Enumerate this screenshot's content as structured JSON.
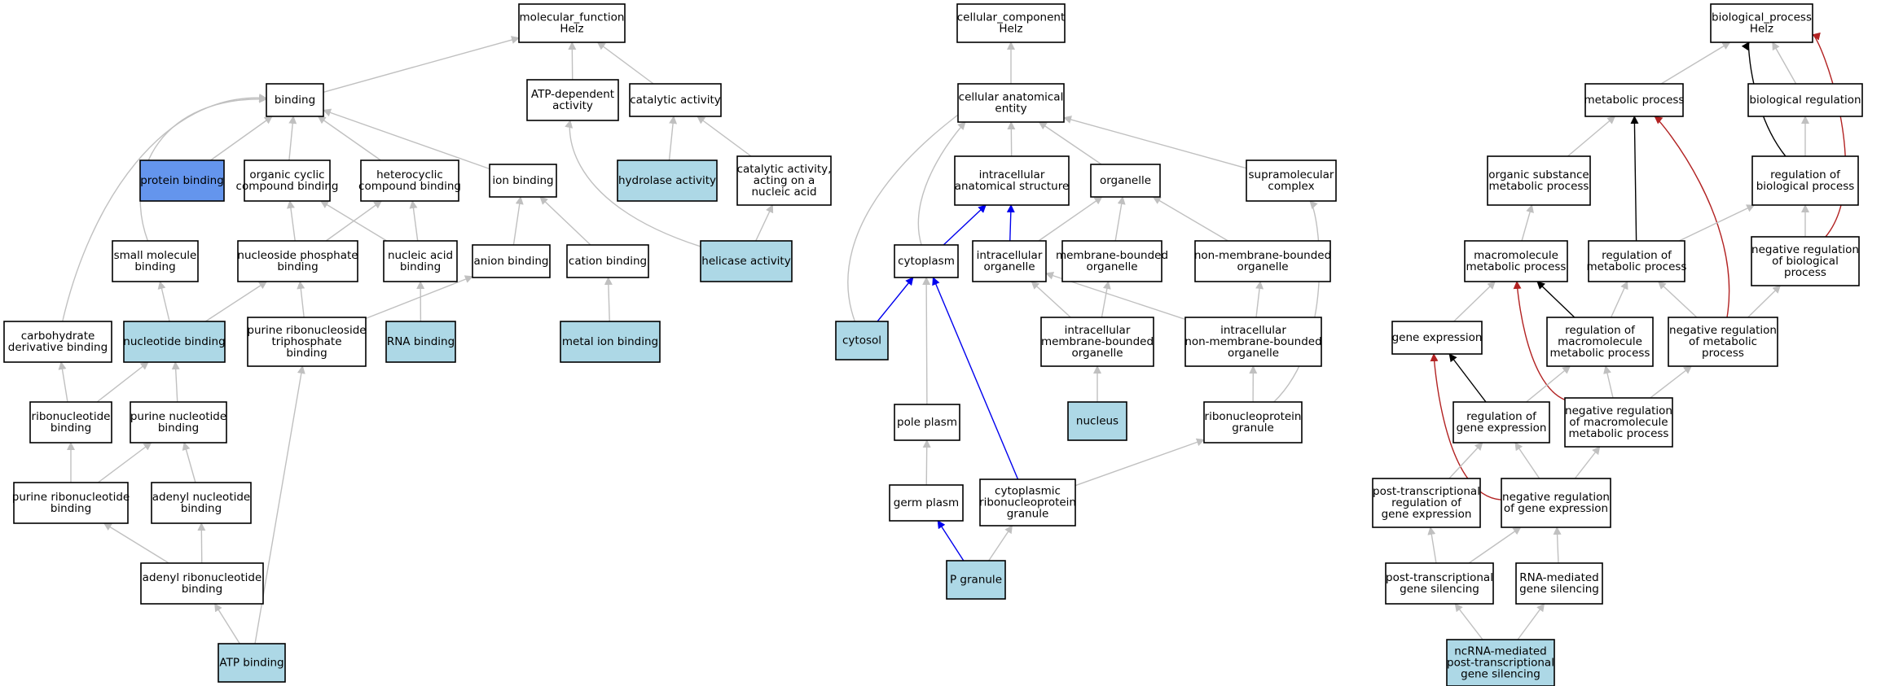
{
  "colors": {
    "default_fill": "#ffffff",
    "annotated_fill": "#add8e6",
    "highlight_fill": "#6495ed",
    "edge_default": "#c0c0c0",
    "edge_black": "#000000",
    "edge_blue": "#0000ee",
    "edge_red": "#b22222"
  },
  "nodes": [
    {
      "id": "mf",
      "lines": [
        "molecular_function",
        "Helz"
      ],
      "fill": "default"
    },
    {
      "id": "binding",
      "lines": [
        "binding"
      ],
      "fill": "default"
    },
    {
      "id": "atpdep",
      "lines": [
        "ATP-dependent",
        "activity"
      ],
      "fill": "default"
    },
    {
      "id": "catalytic",
      "lines": [
        "catalytic activity"
      ],
      "fill": "default"
    },
    {
      "id": "protbind",
      "lines": [
        "protein binding"
      ],
      "fill": "highlight"
    },
    {
      "id": "orgcyc",
      "lines": [
        "organic cyclic",
        "compound binding"
      ],
      "fill": "default"
    },
    {
      "id": "hetcyc",
      "lines": [
        "heterocyclic",
        "compound binding"
      ],
      "fill": "default"
    },
    {
      "id": "ionbind",
      "lines": [
        "ion binding"
      ],
      "fill": "default"
    },
    {
      "id": "hydrolase",
      "lines": [
        "hydrolase activity"
      ],
      "fill": "annotated"
    },
    {
      "id": "catna",
      "lines": [
        "catalytic activity,",
        "acting on a",
        "nucleic acid"
      ],
      "fill": "default"
    },
    {
      "id": "smallmol",
      "lines": [
        "small molecule",
        "binding"
      ],
      "fill": "default"
    },
    {
      "id": "nucphos",
      "lines": [
        "nucleoside phosphate",
        "binding"
      ],
      "fill": "default"
    },
    {
      "id": "nucacid",
      "lines": [
        "nucleic acid",
        "binding"
      ],
      "fill": "default"
    },
    {
      "id": "anion",
      "lines": [
        "anion binding"
      ],
      "fill": "default"
    },
    {
      "id": "cation",
      "lines": [
        "cation binding"
      ],
      "fill": "default"
    },
    {
      "id": "helicase",
      "lines": [
        "helicase activity"
      ],
      "fill": "annotated"
    },
    {
      "id": "carbo",
      "lines": [
        "carbohydrate",
        "derivative binding"
      ],
      "fill": "default"
    },
    {
      "id": "nucbind",
      "lines": [
        "nucleotide binding"
      ],
      "fill": "annotated"
    },
    {
      "id": "purtri",
      "lines": [
        "purine ribonucleoside",
        "triphosphate",
        "binding"
      ],
      "fill": "default"
    },
    {
      "id": "rnabind",
      "lines": [
        "RNA binding"
      ],
      "fill": "annotated"
    },
    {
      "id": "metalion",
      "lines": [
        "metal ion binding"
      ],
      "fill": "annotated"
    },
    {
      "id": "ribonuc",
      "lines": [
        "ribonucleotide",
        "binding"
      ],
      "fill": "default"
    },
    {
      "id": "purnuc",
      "lines": [
        "purine nucleotide",
        "binding"
      ],
      "fill": "default"
    },
    {
      "id": "purribo",
      "lines": [
        "purine ribonucleotide",
        "binding"
      ],
      "fill": "default"
    },
    {
      "id": "adenyl",
      "lines": [
        "adenyl nucleotide",
        "binding"
      ],
      "fill": "default"
    },
    {
      "id": "adenylribo",
      "lines": [
        "adenyl ribonucleotide",
        "binding"
      ],
      "fill": "default"
    },
    {
      "id": "atpbind",
      "lines": [
        "ATP binding"
      ],
      "fill": "annotated"
    },
    {
      "id": "cc",
      "lines": [
        "cellular_component",
        "Helz"
      ],
      "fill": "default"
    },
    {
      "id": "cae",
      "lines": [
        "cellular anatomical",
        "entity"
      ],
      "fill": "default"
    },
    {
      "id": "ias",
      "lines": [
        "intracellular",
        "anatomical structure"
      ],
      "fill": "default"
    },
    {
      "id": "organelle",
      "lines": [
        "organelle"
      ],
      "fill": "default"
    },
    {
      "id": "supra",
      "lines": [
        "supramolecular",
        "complex"
      ],
      "fill": "default"
    },
    {
      "id": "cytoplasm",
      "lines": [
        "cytoplasm"
      ],
      "fill": "default"
    },
    {
      "id": "intorg",
      "lines": [
        "intracellular",
        "organelle"
      ],
      "fill": "default"
    },
    {
      "id": "membound",
      "lines": [
        "membrane-bounded",
        "organelle"
      ],
      "fill": "default"
    },
    {
      "id": "nonmem",
      "lines": [
        "non-membrane-bounded",
        "organelle"
      ],
      "fill": "default"
    },
    {
      "id": "cytosol",
      "lines": [
        "cytosol"
      ],
      "fill": "annotated"
    },
    {
      "id": "intmem",
      "lines": [
        "intracellular",
        "membrane-bounded",
        "organelle"
      ],
      "fill": "default"
    },
    {
      "id": "intnonmem",
      "lines": [
        "intracellular",
        "non-membrane-bounded",
        "organelle"
      ],
      "fill": "default"
    },
    {
      "id": "nucleus",
      "lines": [
        "nucleus"
      ],
      "fill": "annotated"
    },
    {
      "id": "poleplasm",
      "lines": [
        "pole plasm"
      ],
      "fill": "default"
    },
    {
      "id": "rnpgran",
      "lines": [
        "ribonucleoprotein",
        "granule"
      ],
      "fill": "default"
    },
    {
      "id": "germplasm",
      "lines": [
        "germ plasm"
      ],
      "fill": "default"
    },
    {
      "id": "cytrnp",
      "lines": [
        "cytoplasmic",
        "ribonucleoprotein",
        "granule"
      ],
      "fill": "default"
    },
    {
      "id": "pgranule",
      "lines": [
        "P granule"
      ],
      "fill": "annotated"
    },
    {
      "id": "bp",
      "lines": [
        "biological_process",
        "Helz"
      ],
      "fill": "default"
    },
    {
      "id": "metab",
      "lines": [
        "metabolic process"
      ],
      "fill": "default"
    },
    {
      "id": "bioreg",
      "lines": [
        "biological regulation"
      ],
      "fill": "default"
    },
    {
      "id": "orgsub",
      "lines": [
        "organic substance",
        "metabolic process"
      ],
      "fill": "default"
    },
    {
      "id": "regbio",
      "lines": [
        "regulation of",
        "biological process"
      ],
      "fill": "default"
    },
    {
      "id": "macro",
      "lines": [
        "macromolecule",
        "metabolic process"
      ],
      "fill": "default"
    },
    {
      "id": "regmet",
      "lines": [
        "regulation of",
        "metabolic process"
      ],
      "fill": "default"
    },
    {
      "id": "negbio",
      "lines": [
        "negative regulation",
        "of biological",
        "process"
      ],
      "fill": "default"
    },
    {
      "id": "geneexp",
      "lines": [
        "gene expression"
      ],
      "fill": "default"
    },
    {
      "id": "regmacro",
      "lines": [
        "regulation of",
        "macromolecule",
        "metabolic process"
      ],
      "fill": "default"
    },
    {
      "id": "negmet",
      "lines": [
        "negative regulation",
        "of metabolic",
        "process"
      ],
      "fill": "default"
    },
    {
      "id": "reggene",
      "lines": [
        "regulation of",
        "gene expression"
      ],
      "fill": "default"
    },
    {
      "id": "negmacro",
      "lines": [
        "negative regulation",
        "of macromolecule",
        "metabolic process"
      ],
      "fill": "default"
    },
    {
      "id": "posttrans",
      "lines": [
        "post-transcriptional",
        "regulation of",
        "gene expression"
      ],
      "fill": "default"
    },
    {
      "id": "neggene",
      "lines": [
        "negative regulation",
        "of gene expression"
      ],
      "fill": "default"
    },
    {
      "id": "ptgs",
      "lines": [
        "post-transcriptional",
        "gene silencing"
      ],
      "fill": "default"
    },
    {
      "id": "rnasil",
      "lines": [
        "RNA-mediated",
        "gene silencing"
      ],
      "fill": "default"
    },
    {
      "id": "ncrna",
      "lines": [
        "ncRNA-mediated",
        "post-transcriptional",
        "gene silencing"
      ],
      "fill": "annotated"
    }
  ],
  "edges": [
    {
      "from": "binding",
      "to": "mf",
      "color": "default"
    },
    {
      "from": "atpdep",
      "to": "mf",
      "color": "default"
    },
    {
      "from": "catalytic",
      "to": "mf",
      "color": "default"
    },
    {
      "from": "protbind",
      "to": "binding",
      "color": "default"
    },
    {
      "from": "orgcyc",
      "to": "binding",
      "color": "default"
    },
    {
      "from": "hetcyc",
      "to": "binding",
      "color": "default"
    },
    {
      "from": "ionbind",
      "to": "binding",
      "color": "default"
    },
    {
      "from": "smallmol",
      "to": "binding",
      "color": "default"
    },
    {
      "from": "carbo",
      "to": "binding",
      "color": "default"
    },
    {
      "from": "hydrolase",
      "to": "catalytic",
      "color": "default"
    },
    {
      "from": "catna",
      "to": "catalytic",
      "color": "default"
    },
    {
      "from": "helicase",
      "to": "atpdep",
      "color": "default"
    },
    {
      "from": "helicase",
      "to": "catna",
      "color": "default"
    },
    {
      "from": "nucphos",
      "to": "orgcyc",
      "color": "default"
    },
    {
      "from": "nucphos",
      "to": "hetcyc",
      "color": "default"
    },
    {
      "from": "nucacid",
      "to": "orgcyc",
      "color": "default"
    },
    {
      "from": "nucacid",
      "to": "hetcyc",
      "color": "default"
    },
    {
      "from": "anion",
      "to": "ionbind",
      "color": "default"
    },
    {
      "from": "cation",
      "to": "ionbind",
      "color": "default"
    },
    {
      "from": "nucbind",
      "to": "smallmol",
      "color": "default"
    },
    {
      "from": "nucbind",
      "to": "nucphos",
      "color": "default"
    },
    {
      "from": "purtri",
      "to": "nucphos",
      "color": "default"
    },
    {
      "from": "purtri",
      "to": "anion",
      "color": "default"
    },
    {
      "from": "rnabind",
      "to": "nucacid",
      "color": "default"
    },
    {
      "from": "metalion",
      "to": "cation",
      "color": "default"
    },
    {
      "from": "ribonuc",
      "to": "carbo",
      "color": "default"
    },
    {
      "from": "ribonuc",
      "to": "nucbind",
      "color": "default"
    },
    {
      "from": "purnuc",
      "to": "nucbind",
      "color": "default"
    },
    {
      "from": "purribo",
      "to": "ribonuc",
      "color": "default"
    },
    {
      "from": "purribo",
      "to": "purnuc",
      "color": "default"
    },
    {
      "from": "adenyl",
      "to": "purnuc",
      "color": "default"
    },
    {
      "from": "adenylribo",
      "to": "purribo",
      "color": "default"
    },
    {
      "from": "adenylribo",
      "to": "adenyl",
      "color": "default"
    },
    {
      "from": "atpbind",
      "to": "adenylribo",
      "color": "default"
    },
    {
      "from": "atpbind",
      "to": "purtri",
      "color": "default"
    },
    {
      "from": "cae",
      "to": "cc",
      "color": "default"
    },
    {
      "from": "ias",
      "to": "cae",
      "color": "default"
    },
    {
      "from": "organelle",
      "to": "cae",
      "color": "default"
    },
    {
      "from": "supra",
      "to": "cae",
      "color": "default"
    },
    {
      "from": "cytoplasm",
      "to": "cae",
      "color": "default"
    },
    {
      "from": "cytosol",
      "to": "cae",
      "color": "default"
    },
    {
      "from": "cytoplasm",
      "to": "ias",
      "color": "blue"
    },
    {
      "from": "intorg",
      "to": "ias",
      "color": "blue"
    },
    {
      "from": "intorg",
      "to": "organelle",
      "color": "default"
    },
    {
      "from": "membound",
      "to": "organelle",
      "color": "default"
    },
    {
      "from": "nonmem",
      "to": "organelle",
      "color": "default"
    },
    {
      "from": "cytosol",
      "to": "cytoplasm",
      "color": "blue"
    },
    {
      "from": "intmem",
      "to": "intorg",
      "color": "default"
    },
    {
      "from": "intmem",
      "to": "membound",
      "color": "default"
    },
    {
      "from": "intnonmem",
      "to": "intorg",
      "color": "default"
    },
    {
      "from": "intnonmem",
      "to": "nonmem",
      "color": "default"
    },
    {
      "from": "nucleus",
      "to": "intmem",
      "color": "default"
    },
    {
      "from": "poleplasm",
      "to": "cytoplasm",
      "color": "default"
    },
    {
      "from": "cytrnp",
      "to": "cytoplasm",
      "color": "blue"
    },
    {
      "from": "rnpgran",
      "to": "intnonmem",
      "color": "default"
    },
    {
      "from": "rnpgran",
      "to": "supra",
      "color": "default"
    },
    {
      "from": "germplasm",
      "to": "poleplasm",
      "color": "default"
    },
    {
      "from": "cytrnp",
      "to": "rnpgran",
      "color": "default"
    },
    {
      "from": "pgranule",
      "to": "germplasm",
      "color": "blue"
    },
    {
      "from": "pgranule",
      "to": "cytrnp",
      "color": "default"
    },
    {
      "from": "metab",
      "to": "bp",
      "color": "default"
    },
    {
      "from": "bioreg",
      "to": "bp",
      "color": "default"
    },
    {
      "from": "regbio",
      "to": "bp",
      "color": "black"
    },
    {
      "from": "negbio",
      "to": "bp",
      "color": "red"
    },
    {
      "from": "orgsub",
      "to": "metab",
      "color": "default"
    },
    {
      "from": "regmet",
      "to": "metab",
      "color": "black"
    },
    {
      "from": "negmet",
      "to": "metab",
      "color": "red"
    },
    {
      "from": "regbio",
      "to": "bioreg",
      "color": "default"
    },
    {
      "from": "macro",
      "to": "orgsub",
      "color": "default"
    },
    {
      "from": "regmet",
      "to": "regbio",
      "color": "default"
    },
    {
      "from": "negbio",
      "to": "regbio",
      "color": "default"
    },
    {
      "from": "geneexp",
      "to": "macro",
      "color": "default"
    },
    {
      "from": "regmacro",
      "to": "macro",
      "color": "black"
    },
    {
      "from": "negmacro",
      "to": "macro",
      "color": "red"
    },
    {
      "from": "regmacro",
      "to": "regmet",
      "color": "default"
    },
    {
      "from": "negmet",
      "to": "regmet",
      "color": "default"
    },
    {
      "from": "negmet",
      "to": "negbio",
      "color": "default"
    },
    {
      "from": "reggene",
      "to": "geneexp",
      "color": "black"
    },
    {
      "from": "neggene",
      "to": "geneexp",
      "color": "red"
    },
    {
      "from": "reggene",
      "to": "regmacro",
      "color": "default"
    },
    {
      "from": "negmacro",
      "to": "regmacro",
      "color": "default"
    },
    {
      "from": "negmacro",
      "to": "negmet",
      "color": "default"
    },
    {
      "from": "posttrans",
      "to": "reggene",
      "color": "default"
    },
    {
      "from": "neggene",
      "to": "reggene",
      "color": "default"
    },
    {
      "from": "neggene",
      "to": "negmacro",
      "color": "default"
    },
    {
      "from": "ptgs",
      "to": "posttrans",
      "color": "default"
    },
    {
      "from": "ptgs",
      "to": "neggene",
      "color": "default"
    },
    {
      "from": "rnasil",
      "to": "neggene",
      "color": "default"
    },
    {
      "from": "ncrna",
      "to": "ptgs",
      "color": "default"
    },
    {
      "from": "ncrna",
      "to": "rnasil",
      "color": "default"
    }
  ]
}
